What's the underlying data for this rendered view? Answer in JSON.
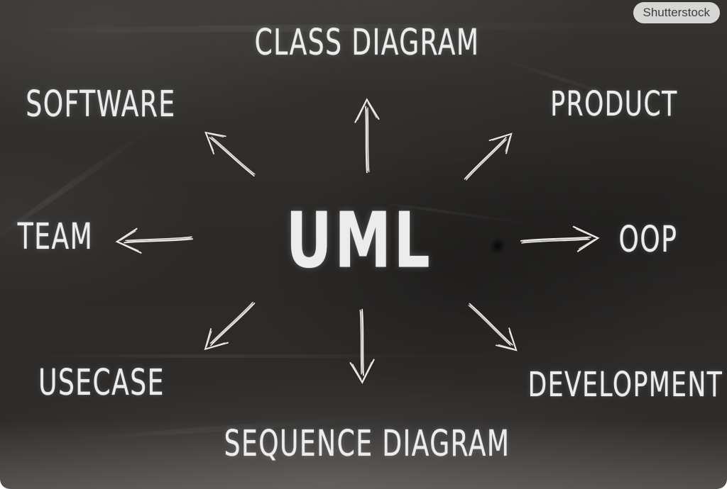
{
  "watermark": {
    "label": "Shutterstock"
  },
  "diagram": {
    "type": "mindmap",
    "medium": "chalkboard",
    "center": {
      "id": "uml",
      "label": "UML"
    },
    "nodes": [
      {
        "id": "class-diagram",
        "label": "CLASS DIAGRAM",
        "direction": "up"
      },
      {
        "id": "software",
        "label": "SOFTWARE",
        "direction": "up-left"
      },
      {
        "id": "product",
        "label": "PRODUCT",
        "direction": "up-right"
      },
      {
        "id": "team",
        "label": "TEAM",
        "direction": "left"
      },
      {
        "id": "oop",
        "label": "OOP",
        "direction": "right"
      },
      {
        "id": "usecase",
        "label": "USECASE",
        "direction": "down-left"
      },
      {
        "id": "development",
        "label": "DEVELOPMENT",
        "direction": "down-right"
      },
      {
        "id": "sequence-diagram",
        "label": "SEQUENCE DIAGRAM",
        "direction": "down"
      }
    ],
    "colors": {
      "board": "#2e2c2a",
      "chalk": "#ececec",
      "badge_bg": "#d7d6d4",
      "badge_text": "#3d3d3d"
    }
  }
}
